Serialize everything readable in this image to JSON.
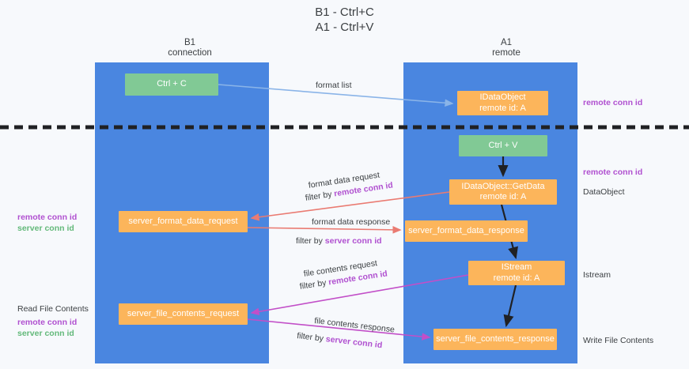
{
  "title": {
    "line1": "B1 - Ctrl+C",
    "line2": "A1 - Ctrl+V"
  },
  "columns": [
    {
      "name": "B1",
      "role": "connection"
    },
    {
      "name": "A1",
      "role": "remote"
    }
  ],
  "nodes": {
    "ctrl_c": "Ctrl + C",
    "idataobject_title": "IDataObject",
    "idataobject_sub": "remote id: A",
    "ctrl_v": "Ctrl + V",
    "getdata_title": "IDataObject::GetData",
    "getdata_sub": "remote id: A",
    "server_format_data_request": "server_format_data_request",
    "server_format_data_response": "server_format_data_response",
    "istream_title": "IStream",
    "istream_sub": "remote id: A",
    "server_file_contents_request": "server_file_contents_request",
    "server_file_contents_response": "server_file_contents_response"
  },
  "edges": {
    "format_list": "format list",
    "format_data_request": "format data request",
    "format_data_response": "format data response",
    "file_contents_request": "file contents request",
    "file_contents_response": "file contents response",
    "filter_by": "filter by ",
    "remote_conn_id": "remote conn id",
    "server_conn_id": "server conn id"
  },
  "right_labels": {
    "remote_conn_id_top": "remote conn id",
    "remote_conn_id_mid": "remote conn id",
    "dataobject": "DataObject",
    "istream": "Istream",
    "write_file_contents": "Write File Contents"
  },
  "left_labels": {
    "remote_conn_id_mid": "remote conn id",
    "server_conn_id_mid": "server conn id",
    "read_file_contents": "Read File Contents",
    "remote_conn_id_bottom": "remote conn id",
    "server_conn_id_bottom": "server conn id"
  },
  "colors": {
    "band": "#4a86e0",
    "green_node": "#81c995",
    "orange_node": "#fcb55b",
    "purple_text": "#b050d0",
    "green_text": "#63b97a",
    "arrow_blue": "#8ab4e8",
    "arrow_red": "#ea7b72",
    "arrow_magenta": "#c24fc8",
    "arrow_dark": "#202124",
    "background": "#f7f9fc"
  }
}
